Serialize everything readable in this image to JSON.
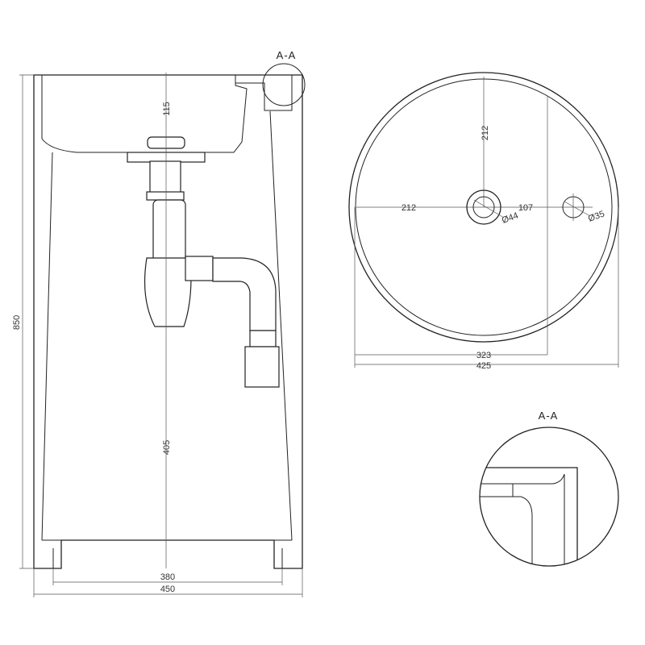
{
  "labels": {
    "section_mark_top": "A-A",
    "section_mark_detail": "A-A"
  },
  "front_view": {
    "height_total": "850",
    "basin_depth": "115",
    "drain_height": "405",
    "inner_width": "380",
    "outer_width": "450"
  },
  "top_view": {
    "radius_x": "212",
    "radius_y": "212",
    "tap_offset": "107",
    "drain_diameter": "Ø44",
    "tap_diameter": "Ø35",
    "inner_span": "323",
    "outer_diameter": "425"
  },
  "colors": {
    "line": "#222222",
    "dimension": "#555555",
    "text": "#333333"
  }
}
